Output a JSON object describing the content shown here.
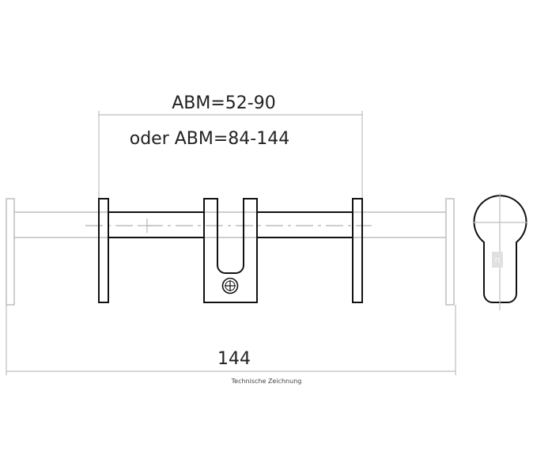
{
  "labels": {
    "dimension_top": "ABM=52-90",
    "dimension_top_alt": "oder ABM=84-144",
    "dimension_total": "144",
    "caption": "Technische Zeichnung"
  },
  "colors": {
    "outline": "#111111",
    "phantom": "#bdbdbd",
    "centerline": "#bdbdbd",
    "text": "#222222"
  }
}
